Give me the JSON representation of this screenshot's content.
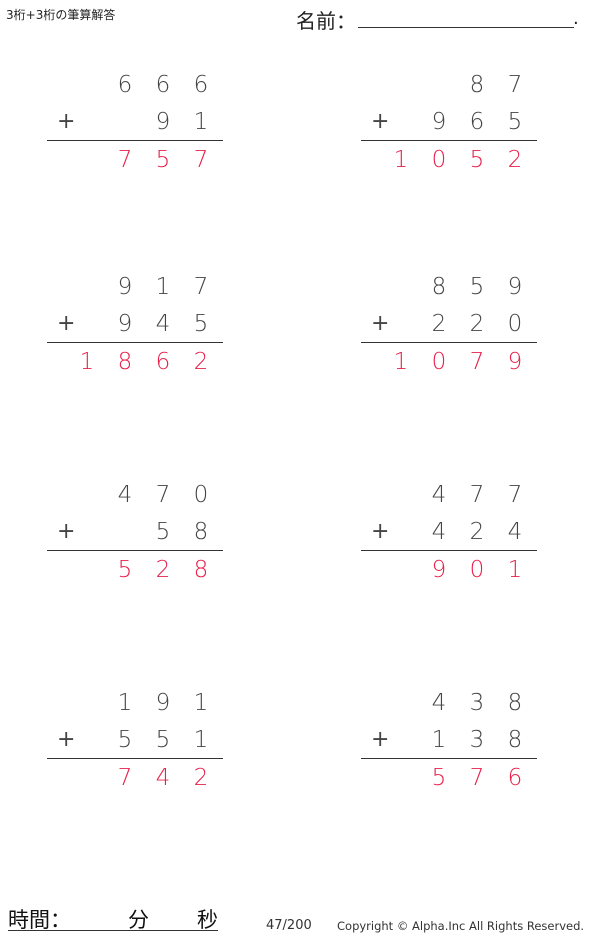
{
  "header": {
    "title": "3桁+3桁の筆算解答",
    "name_label": "名前：",
    "name_dot": "."
  },
  "problems": [
    {
      "top": [
        "6",
        "6",
        "6"
      ],
      "bottom": [
        "",
        "9",
        "1"
      ],
      "answer": [
        "",
        "7",
        "5",
        "7"
      ]
    },
    {
      "top": [
        "",
        "8",
        "7"
      ],
      "bottom": [
        "9",
        "6",
        "5"
      ],
      "answer": [
        "1",
        "0",
        "5",
        "2"
      ]
    },
    {
      "top": [
        "9",
        "1",
        "7"
      ],
      "bottom": [
        "9",
        "4",
        "5"
      ],
      "answer": [
        "1",
        "8",
        "6",
        "2"
      ]
    },
    {
      "top": [
        "8",
        "5",
        "9"
      ],
      "bottom": [
        "2",
        "2",
        "0"
      ],
      "answer": [
        "1",
        "0",
        "7",
        "9"
      ]
    },
    {
      "top": [
        "4",
        "7",
        "0"
      ],
      "bottom": [
        "",
        "5",
        "8"
      ],
      "answer": [
        "",
        "5",
        "2",
        "8"
      ]
    },
    {
      "top": [
        "4",
        "7",
        "7"
      ],
      "bottom": [
        "4",
        "2",
        "4"
      ],
      "answer": [
        "",
        "9",
        "0",
        "1"
      ]
    },
    {
      "top": [
        "1",
        "9",
        "1"
      ],
      "bottom": [
        "5",
        "5",
        "1"
      ],
      "answer": [
        "",
        "7",
        "4",
        "2"
      ]
    },
    {
      "top": [
        "4",
        "3",
        "8"
      ],
      "bottom": [
        "1",
        "3",
        "8"
      ],
      "answer": [
        "",
        "5",
        "7",
        "6"
      ]
    }
  ],
  "plus_sign": "+",
  "footer": {
    "time_label": "時間：",
    "minutes_label": "分",
    "seconds_label": "秒",
    "page": "47/200",
    "copyright": "Copyright © Alpha.Inc All Rights Reserved."
  },
  "colors": {
    "answer": "#e8204a",
    "digits": "#444444"
  }
}
